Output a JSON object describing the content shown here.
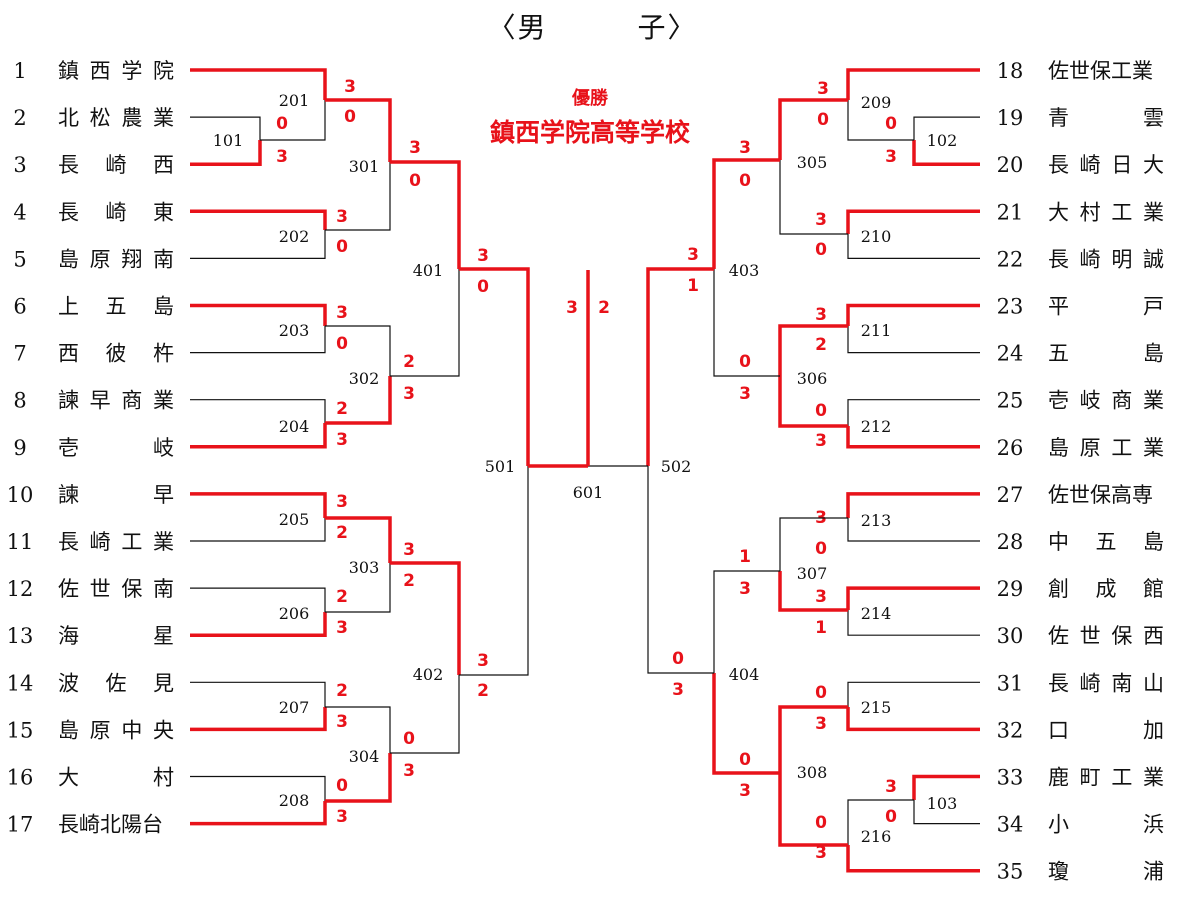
{
  "title": "〈男　　　子〉",
  "champion": {
    "label": "優勝",
    "name": "鎮西学院高等学校"
  },
  "colors": {
    "win": "#e8121a",
    "line": "#111111"
  },
  "left_teams": [
    {
      "seed": "1",
      "name": "鎮西学院"
    },
    {
      "seed": "2",
      "name": "北松農業"
    },
    {
      "seed": "3",
      "name": "長崎西"
    },
    {
      "seed": "4",
      "name": "長崎東"
    },
    {
      "seed": "5",
      "name": "島原翔南"
    },
    {
      "seed": "6",
      "name": "上五島"
    },
    {
      "seed": "7",
      "name": "西彼杵"
    },
    {
      "seed": "8",
      "name": "諫早商業"
    },
    {
      "seed": "9",
      "name": "壱岐"
    },
    {
      "seed": "10",
      "name": "諫早"
    },
    {
      "seed": "11",
      "name": "長崎工業"
    },
    {
      "seed": "12",
      "name": "佐世保南"
    },
    {
      "seed": "13",
      "name": "海星"
    },
    {
      "seed": "14",
      "name": "波佐見"
    },
    {
      "seed": "15",
      "name": "島原中央"
    },
    {
      "seed": "16",
      "name": "大村"
    },
    {
      "seed": "17",
      "name": "長崎北陽台"
    }
  ],
  "right_teams": [
    {
      "seed": "18",
      "name": "佐世保工業"
    },
    {
      "seed": "19",
      "name": "青雲"
    },
    {
      "seed": "20",
      "name": "長崎日大"
    },
    {
      "seed": "21",
      "name": "大村工業"
    },
    {
      "seed": "22",
      "name": "長崎明誠"
    },
    {
      "seed": "23",
      "name": "平戸"
    },
    {
      "seed": "24",
      "name": "五島"
    },
    {
      "seed": "25",
      "name": "壱岐商業"
    },
    {
      "seed": "26",
      "name": "島原工業"
    },
    {
      "seed": "27",
      "name": "佐世保高専"
    },
    {
      "seed": "28",
      "name": "中五島"
    },
    {
      "seed": "29",
      "name": "創成館"
    },
    {
      "seed": "30",
      "name": "佐世保西"
    },
    {
      "seed": "31",
      "name": "長崎南山"
    },
    {
      "seed": "32",
      "name": "口加"
    },
    {
      "seed": "33",
      "name": "鹿町工業"
    },
    {
      "seed": "34",
      "name": "小浜"
    },
    {
      "seed": "35",
      "name": "瓊浦"
    }
  ],
  "matches": [
    {
      "id": "101",
      "top": "0",
      "bottom": "3"
    },
    {
      "id": "201",
      "top": "3",
      "bottom": "0"
    },
    {
      "id": "202",
      "top": "3",
      "bottom": "0"
    },
    {
      "id": "203",
      "top": "3",
      "bottom": "0"
    },
    {
      "id": "204",
      "top": "2",
      "bottom": "3"
    },
    {
      "id": "205",
      "top": "3",
      "bottom": "2"
    },
    {
      "id": "206",
      "top": "2",
      "bottom": "3"
    },
    {
      "id": "207",
      "top": "2",
      "bottom": "3"
    },
    {
      "id": "208",
      "top": "0",
      "bottom": "3"
    },
    {
      "id": "301",
      "top": "3",
      "bottom": "0"
    },
    {
      "id": "302",
      "top": "2",
      "bottom": "3"
    },
    {
      "id": "303",
      "top": "3",
      "bottom": "2"
    },
    {
      "id": "304",
      "top": "0",
      "bottom": "3"
    },
    {
      "id": "401",
      "top": "3",
      "bottom": "0"
    },
    {
      "id": "402",
      "top": "3",
      "bottom": "2"
    },
    {
      "id": "501",
      "top": "",
      "bottom": ""
    },
    {
      "id": "102",
      "top": "0",
      "bottom": "3"
    },
    {
      "id": "209",
      "top": "3",
      "bottom": "0"
    },
    {
      "id": "210",
      "top": "3",
      "bottom": "0"
    },
    {
      "id": "211",
      "top": "3",
      "bottom": "2"
    },
    {
      "id": "212",
      "top": "0",
      "bottom": "3"
    },
    {
      "id": "213",
      "top": "3",
      "bottom": "0"
    },
    {
      "id": "214",
      "top": "3",
      "bottom": "1"
    },
    {
      "id": "215",
      "top": "0",
      "bottom": "3"
    },
    {
      "id": "103",
      "top": "3",
      "bottom": "0"
    },
    {
      "id": "216",
      "top": "0",
      "bottom": "3"
    },
    {
      "id": "305",
      "top": "3",
      "bottom": "0"
    },
    {
      "id": "306",
      "top": "0",
      "bottom": "3"
    },
    {
      "id": "307",
      "top": "1",
      "bottom": "3"
    },
    {
      "id": "308",
      "top": "0",
      "bottom": "3"
    },
    {
      "id": "403",
      "top": "3",
      "bottom": "1"
    },
    {
      "id": "404",
      "top": "0",
      "bottom": "3"
    },
    {
      "id": "502",
      "top": "",
      "bottom": ""
    },
    {
      "id": "601",
      "top": "3",
      "bottom": "2"
    }
  ]
}
